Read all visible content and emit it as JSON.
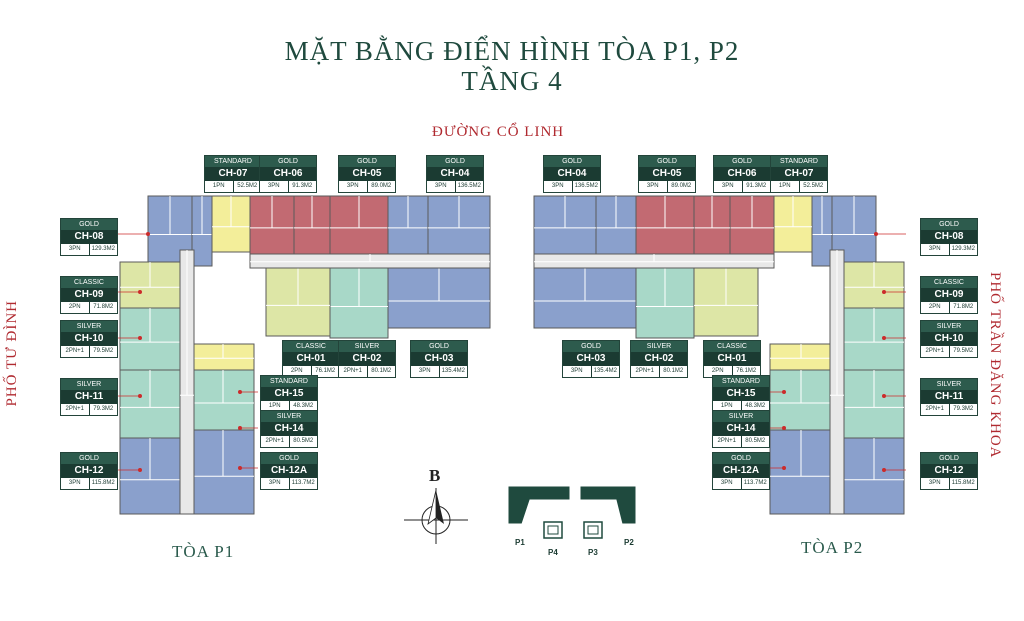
{
  "header": {
    "title_line1": "MẶT BẰNG ĐIỂN HÌNH TÒA P1, P2",
    "title_line2": "TẦNG 4"
  },
  "streets": {
    "top": "ĐƯỜNG CỔ LINH",
    "left": "PHỐ TƯ ĐÌNH",
    "right": "PHỐ TRẦN ĐĂNG KHOA"
  },
  "towers": {
    "left": "TÒA P1",
    "right": "TÒA P2"
  },
  "compass": {
    "north": "B"
  },
  "keyplan": {
    "p1": "P1",
    "p2": "P2",
    "p3": "P3",
    "p4": "P4"
  },
  "colors": {
    "gold": "#8aa0cc",
    "silver": "#a8d8c8",
    "classic": "#dde6a6",
    "standard": "#f3ee9a",
    "red": "#c26a72",
    "label": "#1b3b32"
  },
  "p1_units": [
    {
      "tier": "STANDARD",
      "code": "CH-07",
      "beds": "1PN",
      "area": "52.5M2"
    },
    {
      "tier": "GOLD",
      "code": "CH-06",
      "beds": "3PN",
      "area": "91.3M2"
    },
    {
      "tier": "GOLD",
      "code": "CH-05",
      "beds": "3PN",
      "area": "89.0M2"
    },
    {
      "tier": "GOLD",
      "code": "CH-04",
      "beds": "3PN",
      "area": "136.5M2"
    },
    {
      "tier": "GOLD",
      "code": "CH-08",
      "beds": "3PN",
      "area": "129.3M2"
    },
    {
      "tier": "CLASSIC",
      "code": "CH-09",
      "beds": "2PN",
      "area": "71.8M2"
    },
    {
      "tier": "SILVER",
      "code": "CH-10",
      "beds": "2PN+1",
      "area": "79.5M2"
    },
    {
      "tier": "SILVER",
      "code": "CH-11",
      "beds": "2PN+1",
      "area": "79.3M2"
    },
    {
      "tier": "GOLD",
      "code": "CH-12",
      "beds": "3PN",
      "area": "115.8M2"
    },
    {
      "tier": "CLASSIC",
      "code": "CH-01",
      "beds": "2PN",
      "area": "76.1M2"
    },
    {
      "tier": "SILVER",
      "code": "CH-02",
      "beds": "2PN+1",
      "area": "80.1M2"
    },
    {
      "tier": "GOLD",
      "code": "CH-03",
      "beds": "3PN",
      "area": "135.4M2"
    },
    {
      "tier": "STANDARD",
      "code": "CH-15",
      "beds": "1PN",
      "area": "48.3M2"
    },
    {
      "tier": "SILVER",
      "code": "CH-14",
      "beds": "2PN+1",
      "area": "80.5M2"
    },
    {
      "tier": "GOLD",
      "code": "CH-12A",
      "beds": "3PN",
      "area": "113.7M2"
    }
  ],
  "p2_units": [
    {
      "tier": "GOLD",
      "code": "CH-04",
      "beds": "3PN",
      "area": "136.5M2"
    },
    {
      "tier": "GOLD",
      "code": "CH-05",
      "beds": "3PN",
      "area": "89.0M2"
    },
    {
      "tier": "GOLD",
      "code": "CH-06",
      "beds": "3PN",
      "area": "91.3M2"
    },
    {
      "tier": "STANDARD",
      "code": "CH-07",
      "beds": "1PN",
      "area": "52.5M2"
    },
    {
      "tier": "GOLD",
      "code": "CH-08",
      "beds": "3PN",
      "area": "129.3M2"
    },
    {
      "tier": "CLASSIC",
      "code": "CH-09",
      "beds": "2PN",
      "area": "71.8M2"
    },
    {
      "tier": "SILVER",
      "code": "CH-10",
      "beds": "2PN+1",
      "area": "79.5M2"
    },
    {
      "tier": "SILVER",
      "code": "CH-11",
      "beds": "2PN+1",
      "area": "79.3M2"
    },
    {
      "tier": "GOLD",
      "code": "CH-12",
      "beds": "3PN",
      "area": "115.8M2"
    },
    {
      "tier": "GOLD",
      "code": "CH-03",
      "beds": "3PN",
      "area": "135.4M2"
    },
    {
      "tier": "SILVER",
      "code": "CH-02",
      "beds": "2PN+1",
      "area": "80.1M2"
    },
    {
      "tier": "CLASSIC",
      "code": "CH-01",
      "beds": "2PN",
      "area": "76.1M2"
    },
    {
      "tier": "STANDARD",
      "code": "CH-15",
      "beds": "1PN",
      "area": "48.3M2"
    },
    {
      "tier": "SILVER",
      "code": "CH-14",
      "beds": "2PN+1",
      "area": "80.5M2"
    },
    {
      "tier": "GOLD",
      "code": "CH-12A",
      "beds": "3PN",
      "area": "113.7M2"
    }
  ]
}
